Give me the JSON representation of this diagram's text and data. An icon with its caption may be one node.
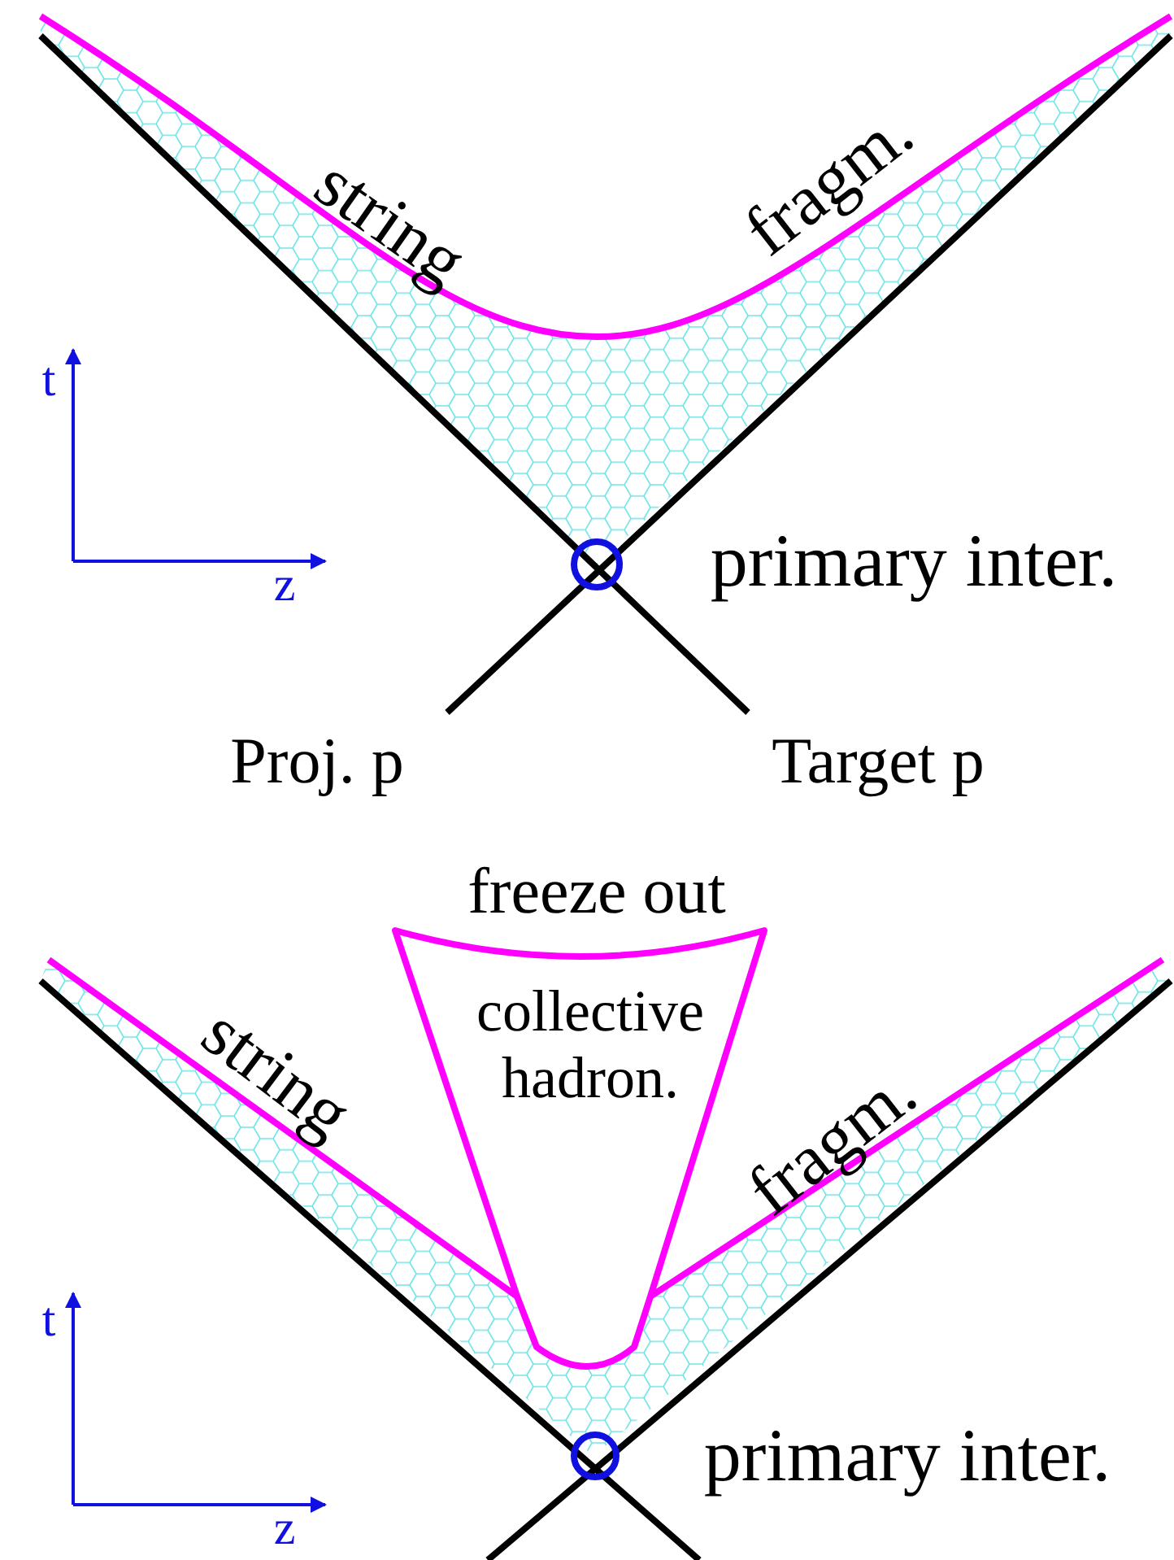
{
  "diagram": {
    "nodes": [
      {
        "text": [
          "freeze out",
          "collective hadron."
        ]
      }
    ],
    "labels": [
      "string",
      "fragm.",
      "t",
      "z",
      "primary inter.",
      "Proj. p",
      "Target p",
      "string",
      "fragm.",
      "t",
      "z",
      "primary inter."
    ]
  }
}
